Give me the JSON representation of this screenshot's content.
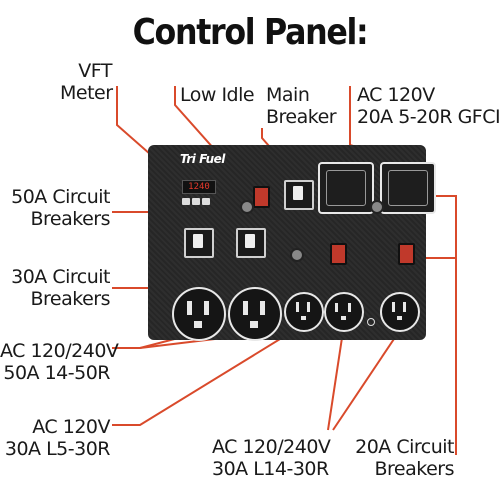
{
  "title": "Control Panel:",
  "brand": "Tri Fuel",
  "meter_reading": "1240",
  "labels": {
    "vft_meter": [
      "VFT",
      "Meter"
    ],
    "low_idle": "Low Idle",
    "main_breaker": [
      "Main",
      "Breaker"
    ],
    "ac_120v_gfci": [
      "AC 120V",
      "20A 5-20R GFCI"
    ],
    "circuit_50a": [
      "50A Circuit",
      "Breakers"
    ],
    "circuit_30a": [
      "30A Circuit",
      "Breakers"
    ],
    "ac_14_50r": [
      "AC 120/240V",
      "50A 14-50R"
    ],
    "ac_l5_30r": [
      "AC 120V",
      "30A L5-30R"
    ],
    "ac_l14_30r": [
      "AC 120/240V",
      "30A L14-30R"
    ],
    "circuit_20a": [
      "20A Circuit",
      "Breakers"
    ]
  },
  "colors": {
    "leader": "#d94a2b",
    "panel": "#2a2a2a",
    "accent": "#c0392b"
  }
}
